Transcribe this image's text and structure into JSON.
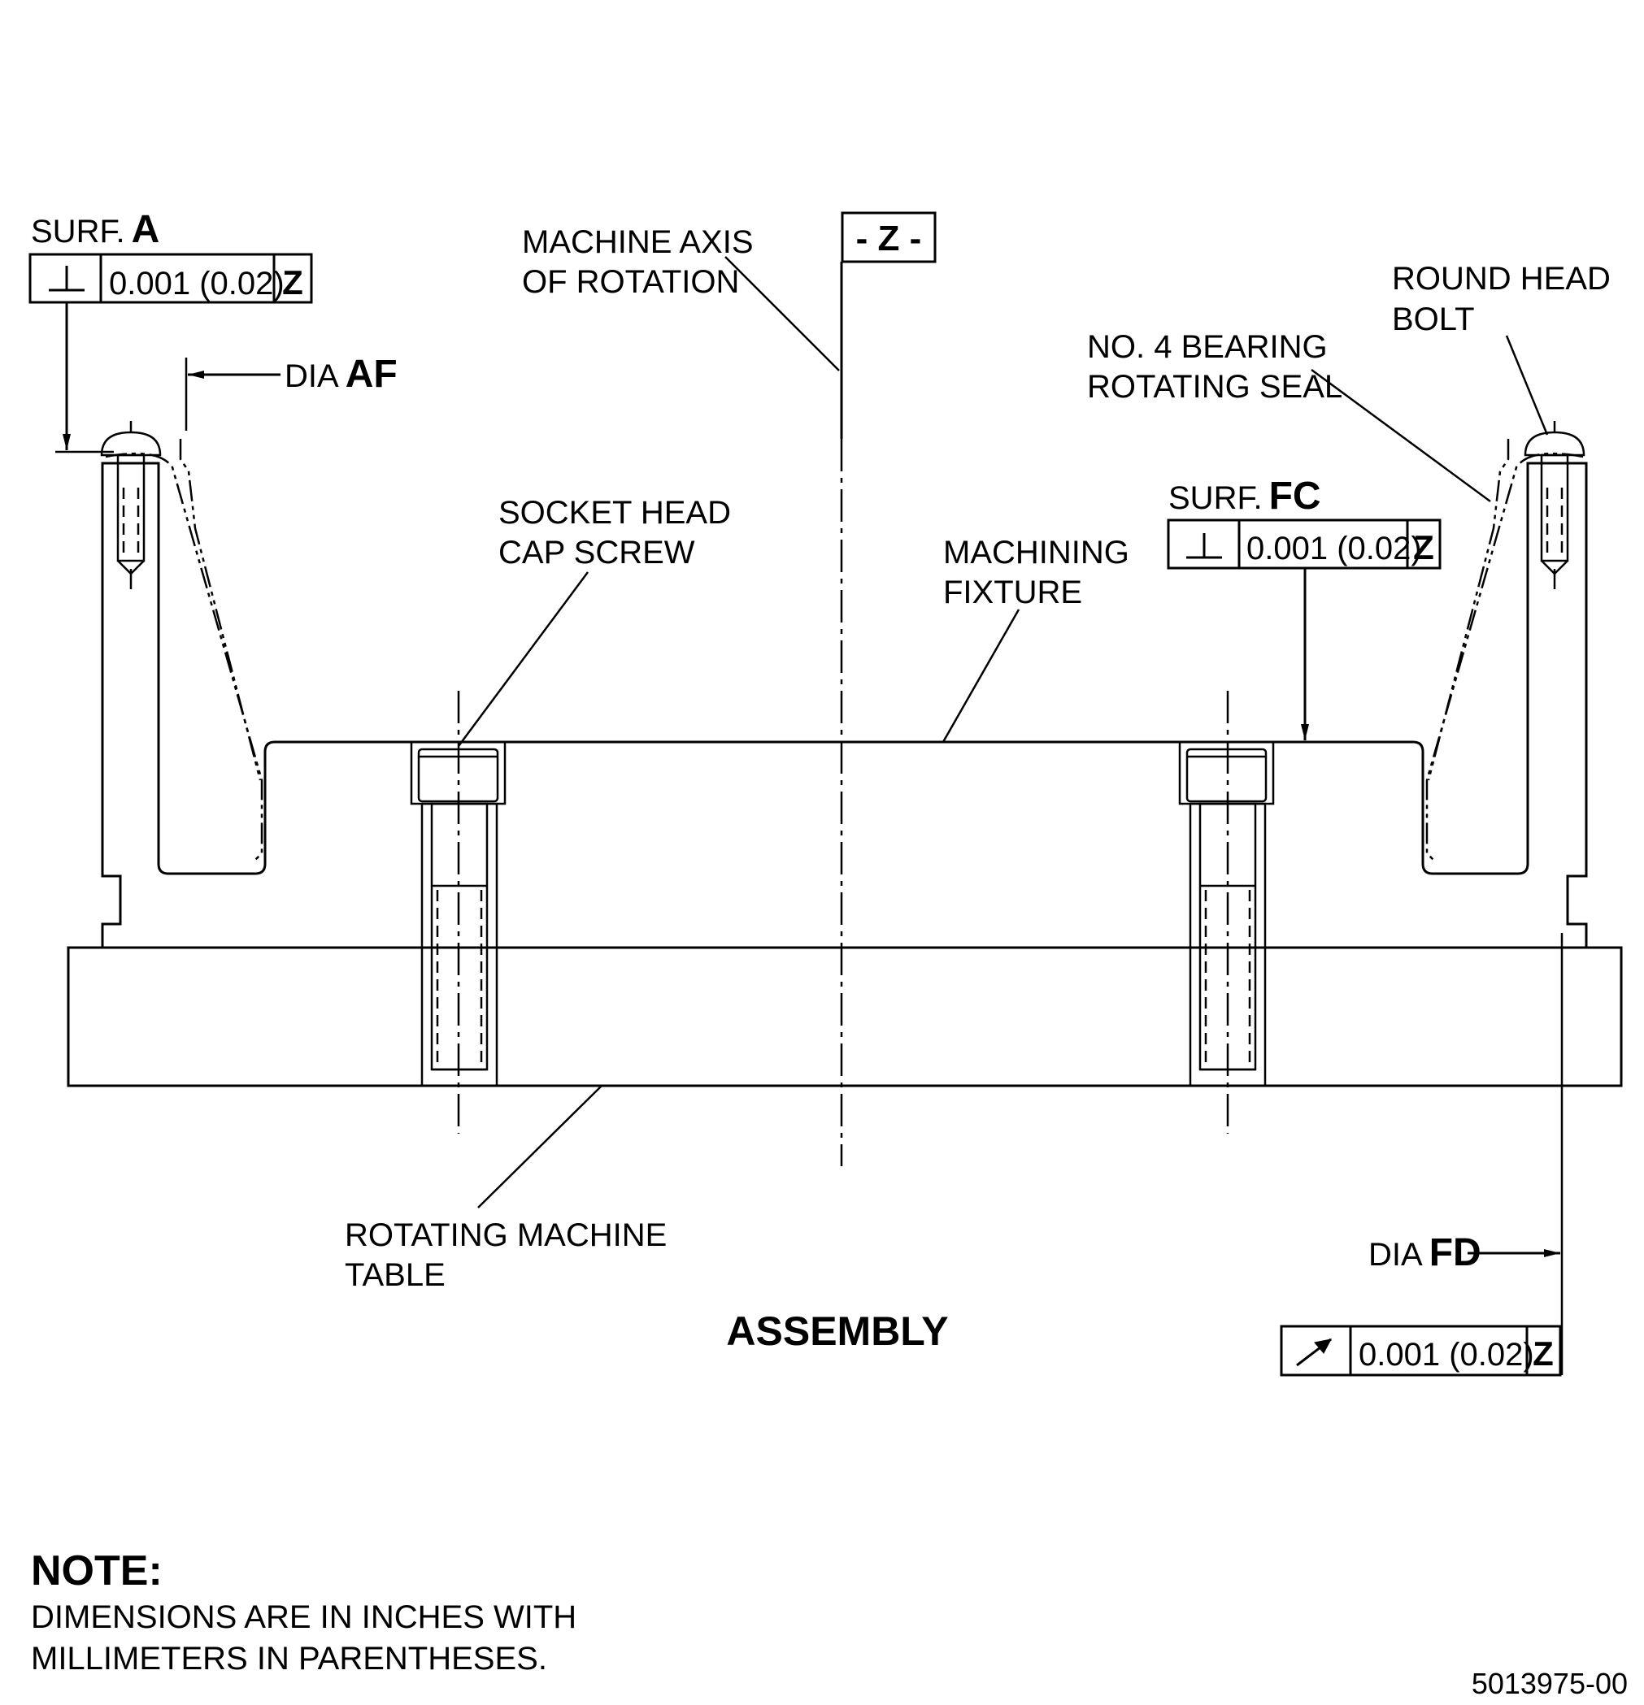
{
  "labels": {
    "surf_a_prefix": "SURF.",
    "surf_a_letter": "A",
    "fcf_a_value": "0.001 (0.02)",
    "fcf_a_datum": "Z",
    "dia_af_prefix": "DIA",
    "dia_af_letter": "AF",
    "machine_axis_line1": "MACHINE AXIS",
    "machine_axis_line2": "OF ROTATION",
    "datum_z": "- Z -",
    "round_head_line1": "ROUND HEAD",
    "round_head_line2": "BOLT",
    "seal_line1": "NO. 4 BEARING",
    "seal_line2": "ROTATING SEAL",
    "socket_line1": "SOCKET HEAD",
    "socket_line2": "CAP SCREW",
    "surf_fc_prefix": "SURF.",
    "surf_fc_letter": "FC",
    "fcf_fc_value": "0.001 (0.02)",
    "fcf_fc_datum": "Z",
    "fixture_line1": "MACHINING",
    "fixture_line2": "FIXTURE",
    "table_line1": "ROTATING MACHINE",
    "table_line2": "TABLE",
    "dia_fd_prefix": "DIA",
    "dia_fd_letter": "FD",
    "fcf_fd_value": "0.001 (0.02)",
    "fcf_fd_datum": "Z",
    "assembly": "ASSEMBLY"
  },
  "note": {
    "title": "NOTE:",
    "line1": "DIMENSIONS ARE IN INCHES WITH",
    "line2": "MILLIMETERS IN PARENTHESES."
  },
  "drawing_number": "5013975-00",
  "symbols": {
    "perpendicularity": "perpendicularity-symbol",
    "circular_runout": "circular-runout-symbol"
  }
}
